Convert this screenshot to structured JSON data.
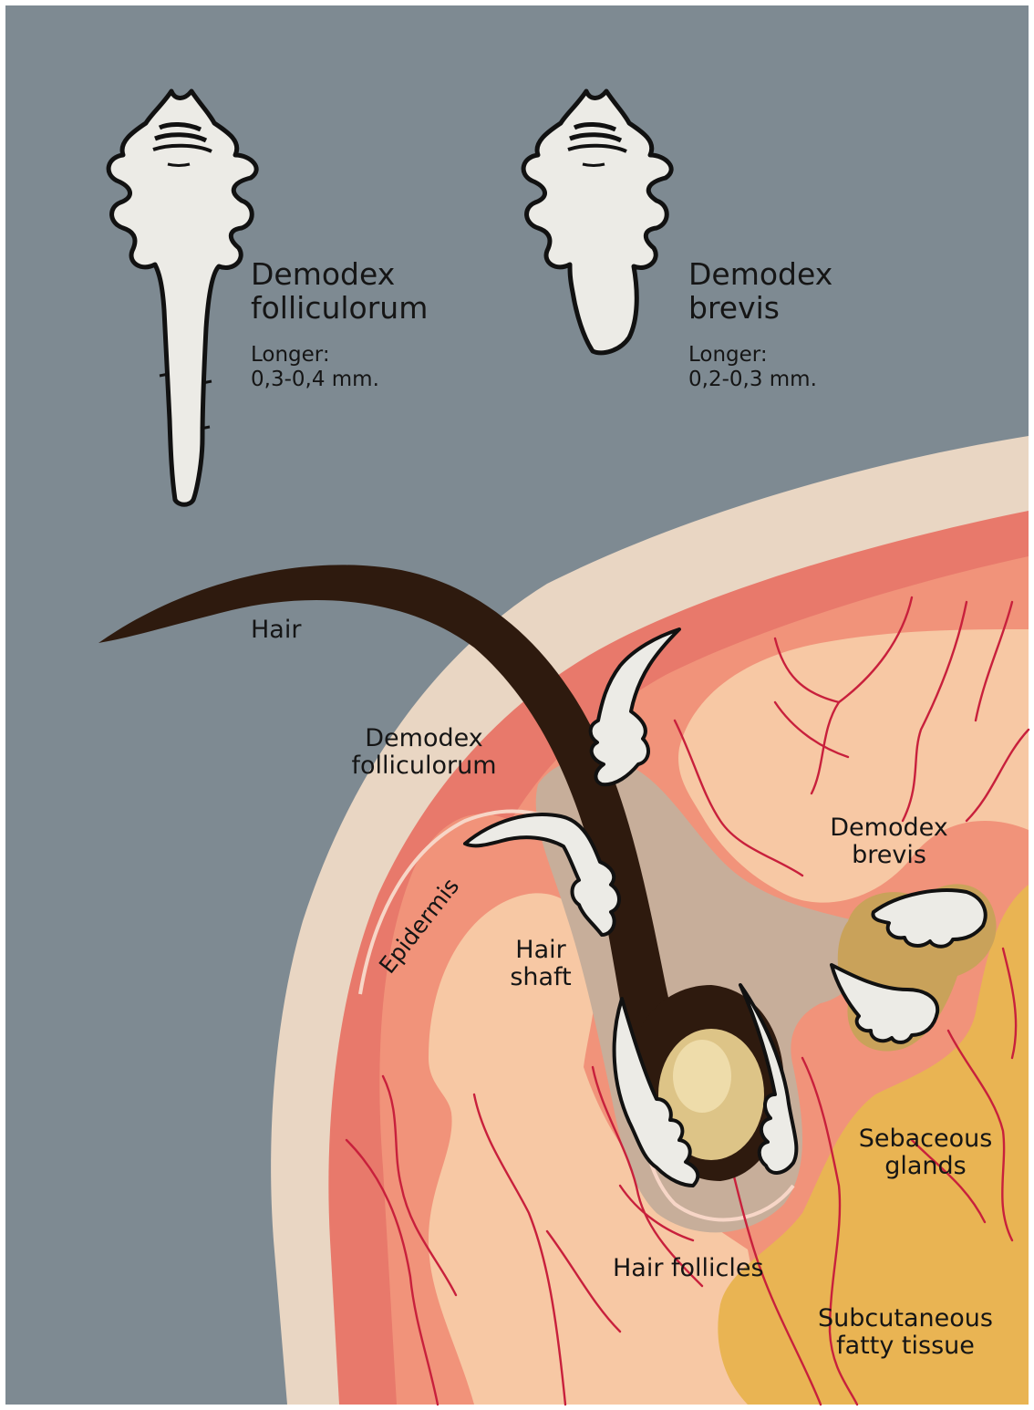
{
  "species": [
    {
      "name_line1": "Demodex",
      "name_line2": "folliculorum",
      "size_label": "Longer:",
      "size_value": "0,3-0,4 mm."
    },
    {
      "name_line1": "Demodex",
      "name_line2": "brevis",
      "size_label": "Longer:",
      "size_value": "0,2-0,3 mm."
    }
  ],
  "diagram_labels": {
    "hair": "Hair",
    "folliculorum_line1": "Demodex",
    "folliculorum_line2": "folliculorum",
    "brevis_line1": "Demodex",
    "brevis_line2": "brevis",
    "epidermis": "Epidermis",
    "hair_shaft_line1": "Hair",
    "hair_shaft_line2": "shaft",
    "sebaceous_line1": "Sebaceous",
    "sebaceous_line2": "glands",
    "hair_follicles": "Hair follicles",
    "fatty_line1": "Subcutaneous",
    "fatty_line2": "fatty tissue"
  },
  "colors": {
    "background": "#7e8a92",
    "epidermis": "#e9d6c3",
    "dermis": "#e8796b",
    "dermis_light": "#f3a184",
    "papilla": "#f7c8a4",
    "fat": "#e9b453",
    "gland": "#c9a25a",
    "hair": "#2e1a0e",
    "mite": "#ecebe6",
    "vessel": "#c8203c"
  }
}
